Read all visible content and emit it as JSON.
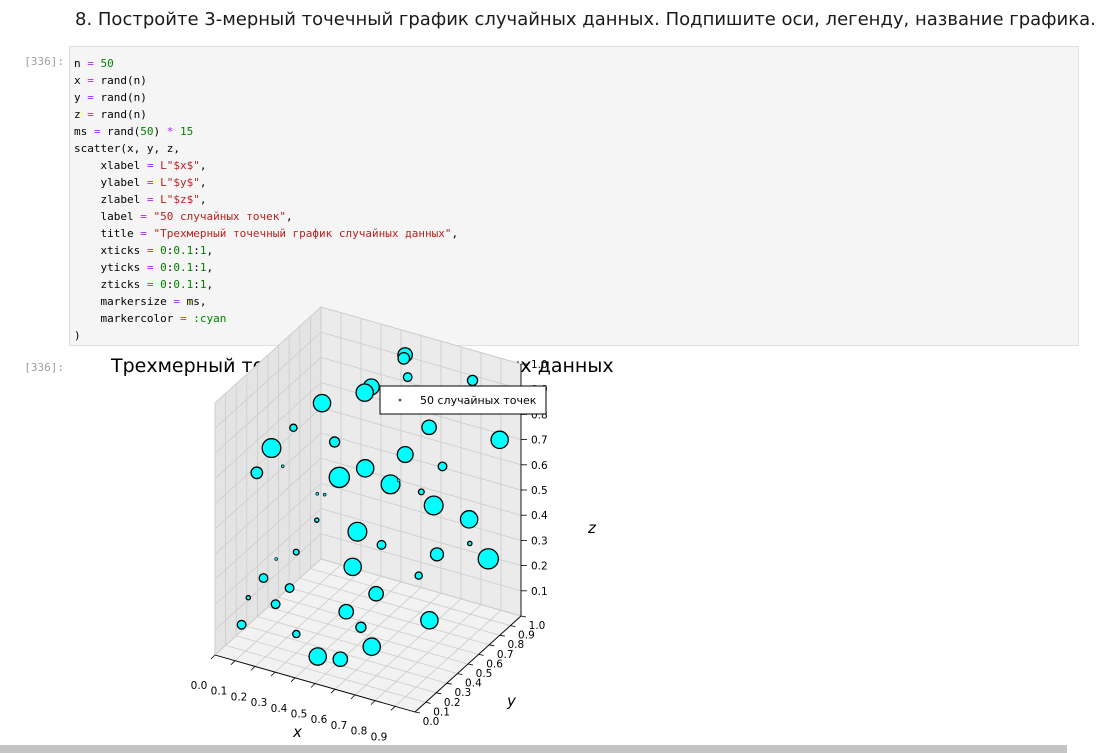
{
  "markdown": {
    "text": "8. Постройте 3-мерный точечный график случайных данных. Подпишите оси, легенду, название графика."
  },
  "code_cell": {
    "prompt": "[336]:",
    "lines": [
      [
        [
          "n ",
          ""
        ],
        [
          "=",
          "op"
        ],
        [
          " ",
          ""
        ],
        [
          "50",
          "num"
        ]
      ],
      [
        [
          "x ",
          ""
        ],
        [
          "=",
          "op"
        ],
        [
          " rand(n)",
          ""
        ]
      ],
      [
        [
          "y ",
          ""
        ],
        [
          "=",
          "op"
        ],
        [
          " rand(n)",
          ""
        ]
      ],
      [
        [
          "z ",
          ""
        ],
        [
          "=",
          "op"
        ],
        [
          " rand(n)",
          ""
        ]
      ],
      [
        [
          "ms ",
          ""
        ],
        [
          "=",
          "op"
        ],
        [
          " rand(",
          ""
        ],
        [
          "50",
          "num"
        ],
        [
          ") ",
          ""
        ],
        [
          "*",
          "op"
        ],
        [
          " ",
          ""
        ],
        [
          "15",
          "num"
        ]
      ],
      [
        [
          "scatter(x, y, z,",
          ""
        ]
      ],
      [
        [
          "    xlabel ",
          ""
        ],
        [
          "=",
          "op"
        ],
        [
          " ",
          ""
        ],
        [
          "L\"$x$\"",
          "str"
        ],
        [
          ",",
          ""
        ]
      ],
      [
        [
          "    ylabel ",
          ""
        ],
        [
          "=",
          "op"
        ],
        [
          " ",
          ""
        ],
        [
          "L\"$y$\"",
          "str"
        ],
        [
          ",",
          ""
        ]
      ],
      [
        [
          "    zlabel ",
          ""
        ],
        [
          "=",
          "op"
        ],
        [
          " ",
          ""
        ],
        [
          "L\"$z$\"",
          "str"
        ],
        [
          ",",
          ""
        ]
      ],
      [
        [
          "    label ",
          ""
        ],
        [
          "=",
          "op"
        ],
        [
          " ",
          ""
        ],
        [
          "\"50 случайных точек\"",
          "str"
        ],
        [
          ",",
          ""
        ]
      ],
      [
        [
          "    title ",
          ""
        ],
        [
          "=",
          "op"
        ],
        [
          " ",
          ""
        ],
        [
          "\"Трехмерный точечный график случайных данных\"",
          "str"
        ],
        [
          ",",
          ""
        ]
      ],
      [
        [
          "    xticks ",
          ""
        ],
        [
          "=",
          "op"
        ],
        [
          " ",
          ""
        ],
        [
          "0",
          "num"
        ],
        [
          ":",
          ""
        ],
        [
          "0.1",
          "num"
        ],
        [
          ":",
          ""
        ],
        [
          "1",
          "num"
        ],
        [
          ",",
          ""
        ]
      ],
      [
        [
          "    yticks ",
          ""
        ],
        [
          "=",
          "op"
        ],
        [
          " ",
          ""
        ],
        [
          "0",
          "num"
        ],
        [
          ":",
          ""
        ],
        [
          "0.1",
          "num"
        ],
        [
          ":",
          ""
        ],
        [
          "1",
          "num"
        ],
        [
          ",",
          ""
        ]
      ],
      [
        [
          "    zticks ",
          ""
        ],
        [
          "=",
          "op"
        ],
        [
          " ",
          ""
        ],
        [
          "0",
          "num"
        ],
        [
          ":",
          ""
        ],
        [
          "0.1",
          "num"
        ],
        [
          ":",
          ""
        ],
        [
          "1",
          "num"
        ],
        [
          ",",
          ""
        ]
      ],
      [
        [
          "    markersize ",
          ""
        ],
        [
          "=",
          "op"
        ],
        [
          " ms,",
          ""
        ]
      ],
      [
        [
          "    markercolor ",
          ""
        ],
        [
          "=",
          "op"
        ],
        [
          " ",
          ""
        ],
        [
          ":cyan",
          "sym"
        ]
      ],
      [
        [
          ")",
          ""
        ]
      ]
    ]
  },
  "output_cell": {
    "prompt": "[336]:"
  },
  "chart_data": {
    "type": "scatter",
    "title": "Трехмерный точечный график случайных данных",
    "legend": {
      "label": "50 случайных точек",
      "placement": "top"
    },
    "xlabel": "x",
    "ylabel": "y",
    "zlabel": "z",
    "xlim": [
      0,
      1
    ],
    "ylim": [
      0,
      1
    ],
    "zlim": [
      0,
      1
    ],
    "x_ticks": [
      "0.0",
      "0.1",
      "0.2",
      "0.3",
      "0.4",
      "0.5",
      "0.6",
      "0.7",
      "0.8",
      "0.9"
    ],
    "y_ticks": [
      "0.0",
      "0.1",
      "0.2",
      "0.3",
      "0.4",
      "0.5",
      "0.6",
      "0.7",
      "0.8",
      "0.9",
      "1.0"
    ],
    "z_ticks": [
      "0.1",
      "0.2",
      "0.3",
      "0.4",
      "0.5",
      "0.6",
      "0.7",
      "0.8",
      "0.9",
      "1.0"
    ],
    "grid": true,
    "marker_color": "#00ffff",
    "marker_edge": "#000000",
    "pane_color": "#f2f2f2",
    "grid_color": "#cccccc",
    "points": [
      [
        0.05,
        0.3,
        0.62,
        8
      ],
      [
        0.1,
        0.45,
        0.6,
        2
      ],
      [
        0.15,
        0.25,
        0.76,
        13
      ],
      [
        0.18,
        0.4,
        0.79,
        5
      ],
      [
        0.2,
        0.2,
        0.35,
        2
      ],
      [
        0.22,
        0.55,
        0.48,
        2
      ],
      [
        0.27,
        0.5,
        0.87,
        12
      ],
      [
        0.28,
        0.6,
        0.68,
        7
      ],
      [
        0.3,
        0.65,
        0.52,
        6
      ],
      [
        0.33,
        0.55,
        0.57,
        14
      ],
      [
        0.38,
        0.7,
        0.56,
        12
      ],
      [
        0.4,
        0.72,
        0.88,
        11
      ],
      [
        0.42,
        0.62,
        0.9,
        12
      ],
      [
        0.48,
        0.75,
        0.5,
        13
      ],
      [
        0.5,
        0.85,
        0.98,
        10
      ],
      [
        0.52,
        0.8,
        0.99,
        8
      ],
      [
        0.55,
        0.78,
        0.93,
        6
      ],
      [
        0.58,
        0.7,
        0.66,
        11
      ],
      [
        0.6,
        0.6,
        0.6,
        2
      ],
      [
        0.62,
        0.85,
        0.72,
        10
      ],
      [
        0.65,
        0.72,
        0.52,
        4
      ],
      [
        0.68,
        0.78,
        0.45,
        13
      ],
      [
        0.72,
        0.9,
        0.82,
        12
      ],
      [
        0.74,
        0.75,
        0.63,
        6
      ],
      [
        0.76,
        0.66,
        0.32,
        9
      ],
      [
        0.8,
        0.92,
        0.92,
        7
      ],
      [
        0.82,
        0.85,
        0.4,
        12
      ],
      [
        0.85,
        0.8,
        0.33,
        3
      ],
      [
        0.9,
        0.88,
        0.25,
        14
      ],
      [
        0.92,
        0.95,
        0.7,
        12
      ],
      [
        0.25,
        0.1,
        0.22,
        6
      ],
      [
        0.3,
        0.2,
        0.4,
        4
      ],
      [
        0.32,
        0.1,
        0.3,
        6
      ],
      [
        0.35,
        0.3,
        0.5,
        3
      ],
      [
        0.4,
        0.28,
        0.62,
        2
      ],
      [
        0.45,
        0.45,
        0.28,
        12
      ],
      [
        0.5,
        0.4,
        0.45,
        13
      ],
      [
        0.55,
        0.2,
        0.22,
        10
      ],
      [
        0.62,
        0.35,
        0.25,
        10
      ],
      [
        0.65,
        0.15,
        0.2,
        7
      ],
      [
        0.7,
        0.25,
        0.5,
        6
      ],
      [
        0.78,
        0.45,
        0.32,
        5
      ],
      [
        0.86,
        0.4,
        0.18,
        12
      ],
      [
        0.08,
        0.1,
        0.1,
        6
      ],
      [
        0.2,
        0.08,
        0.32,
        6
      ],
      [
        0.14,
        0.05,
        0.24,
        3
      ],
      [
        0.6,
        0.05,
        0.1,
        10
      ],
      [
        0.72,
        0.12,
        0.15,
        12
      ],
      [
        0.45,
        0.12,
        0.05,
        12
      ],
      [
        0.38,
        0.05,
        0.15,
        5
      ]
    ]
  }
}
